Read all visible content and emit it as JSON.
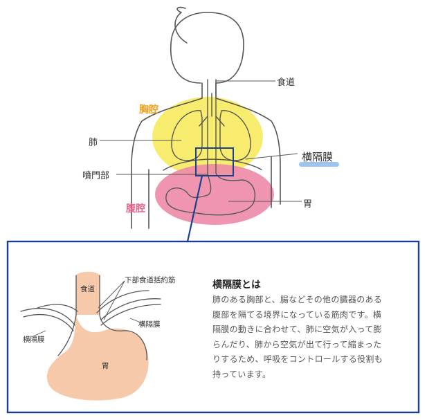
{
  "colors": {
    "chest_cavity": "#f7ec6e",
    "abdominal_cavity": "#ee8aa6",
    "chest_label": "#f0a020",
    "abdomen_label": "#e8628a",
    "diaphragm_highlight": "#9cc4ef",
    "frame": "#1a3f8f",
    "organ_fill": "#f7c9ab"
  },
  "main_labels": {
    "esophagus": "食道",
    "chest_cavity": "胸腔",
    "lung": "肺",
    "diaphragm": "横隔膜",
    "cardia": "噴門部",
    "abdominal_cavity": "腹腔",
    "stomach": "胃"
  },
  "detail_labels": {
    "esophagus": "食道",
    "les": "下部食道括約筋",
    "diaphragm_right": "横隔膜",
    "diaphragm_left": "横隔膜",
    "stomach": "胃"
  },
  "panel": {
    "title": "横隔膜とは",
    "lines": [
      "肺のある胸部と、腸などその他の臓器のある",
      "腹部を隔てる境界になっている筋肉です。横",
      "隔膜の動きに合わせて、肺に空気が入って膨",
      "らんだり、肺から空気が出て行って縮まった",
      "りするため、呼吸をコントロールする役割も",
      "持っています。"
    ]
  }
}
